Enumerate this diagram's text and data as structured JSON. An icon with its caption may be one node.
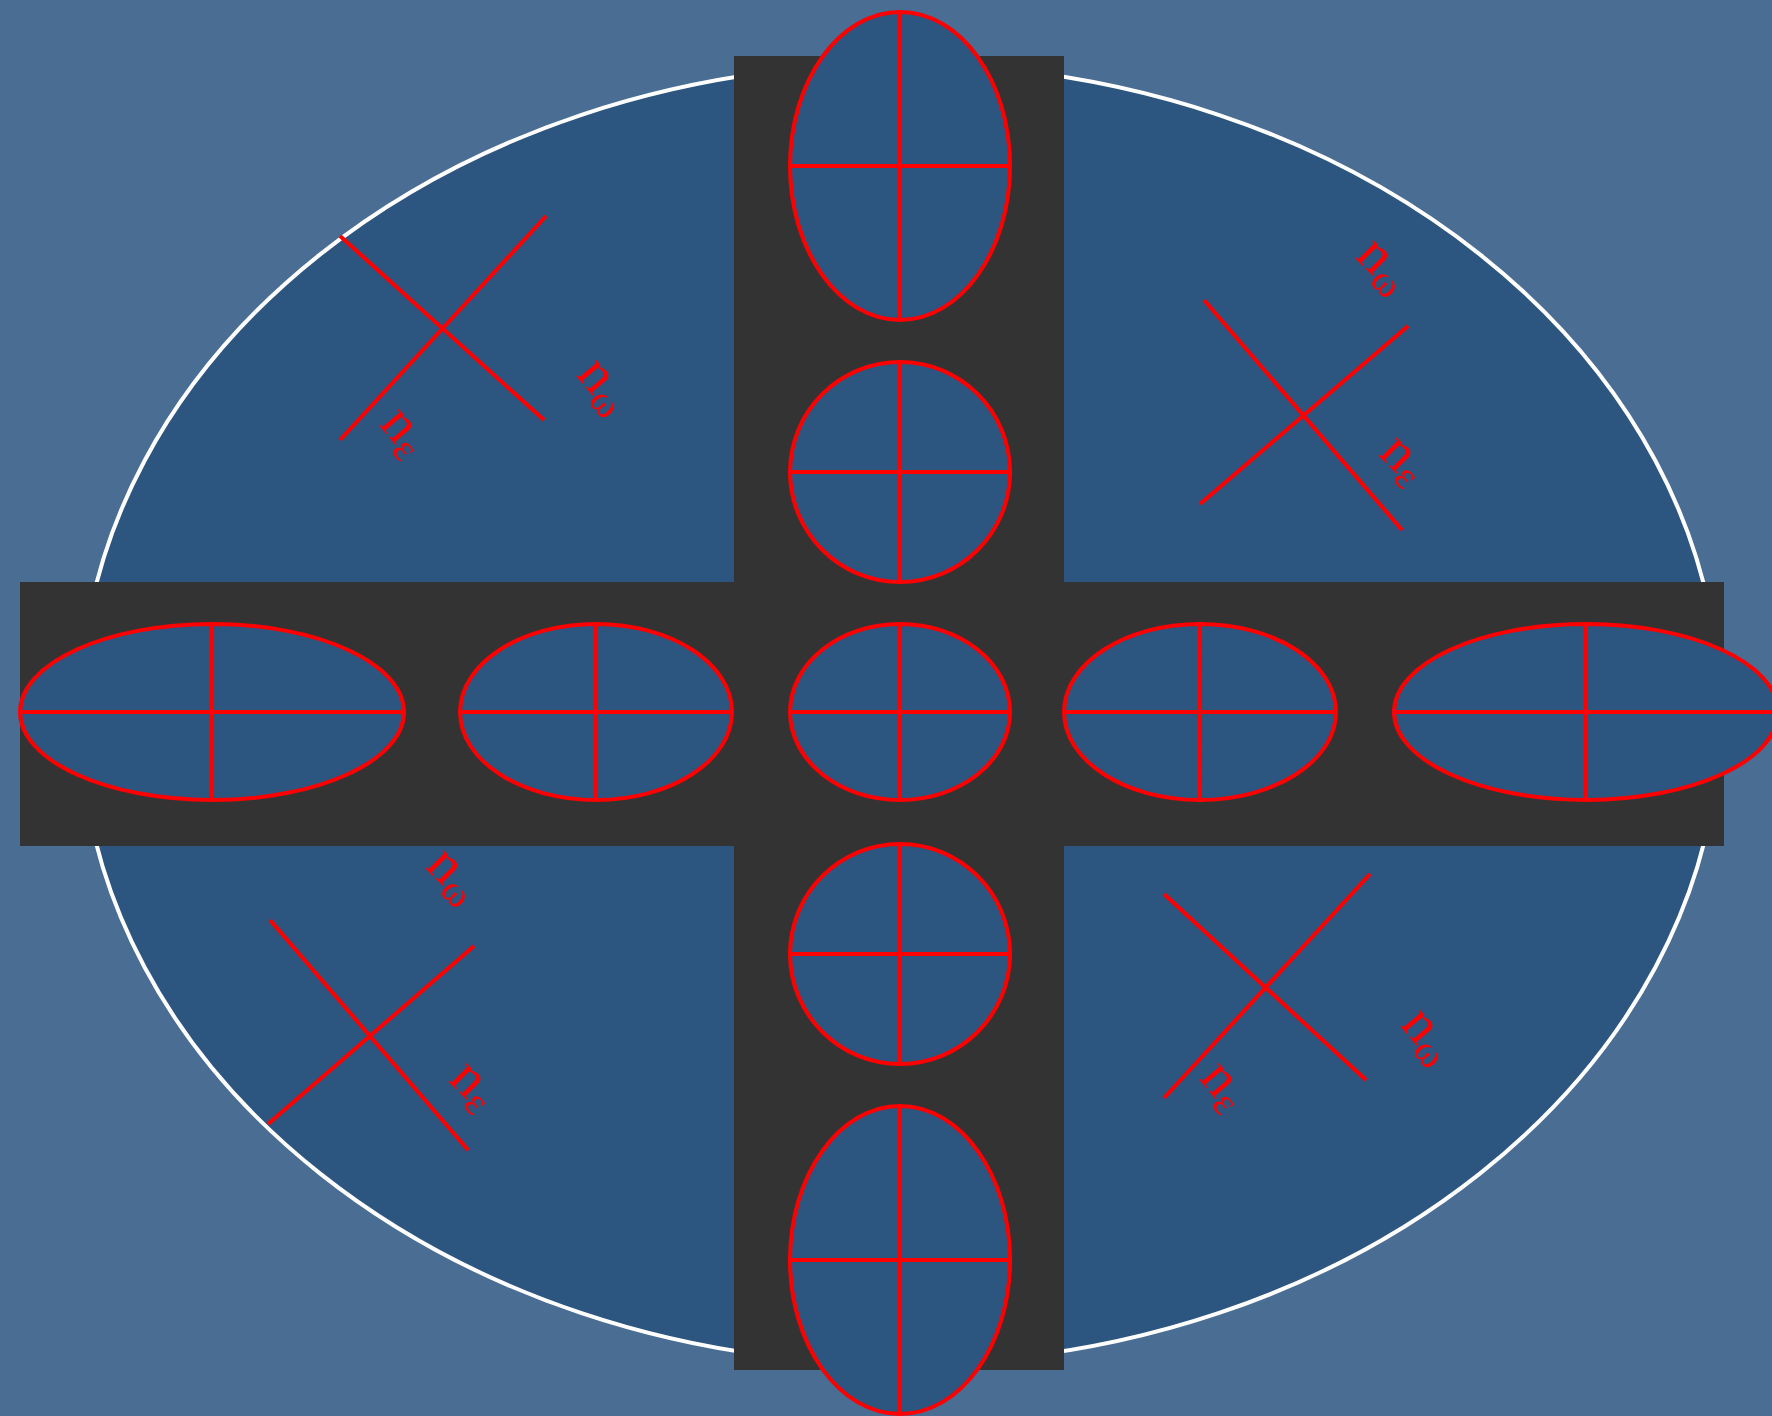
{
  "diagram": {
    "labels": [
      "n$_{ω}$",
      "n$_{ω}$",
      "n$_{ε}$",
      "n$_{ε}$",
      "n$_{ω}$",
      "n$_{ω}$",
      "n$_{ε}$",
      "n$_{ε}$"
    ]
  }
}
